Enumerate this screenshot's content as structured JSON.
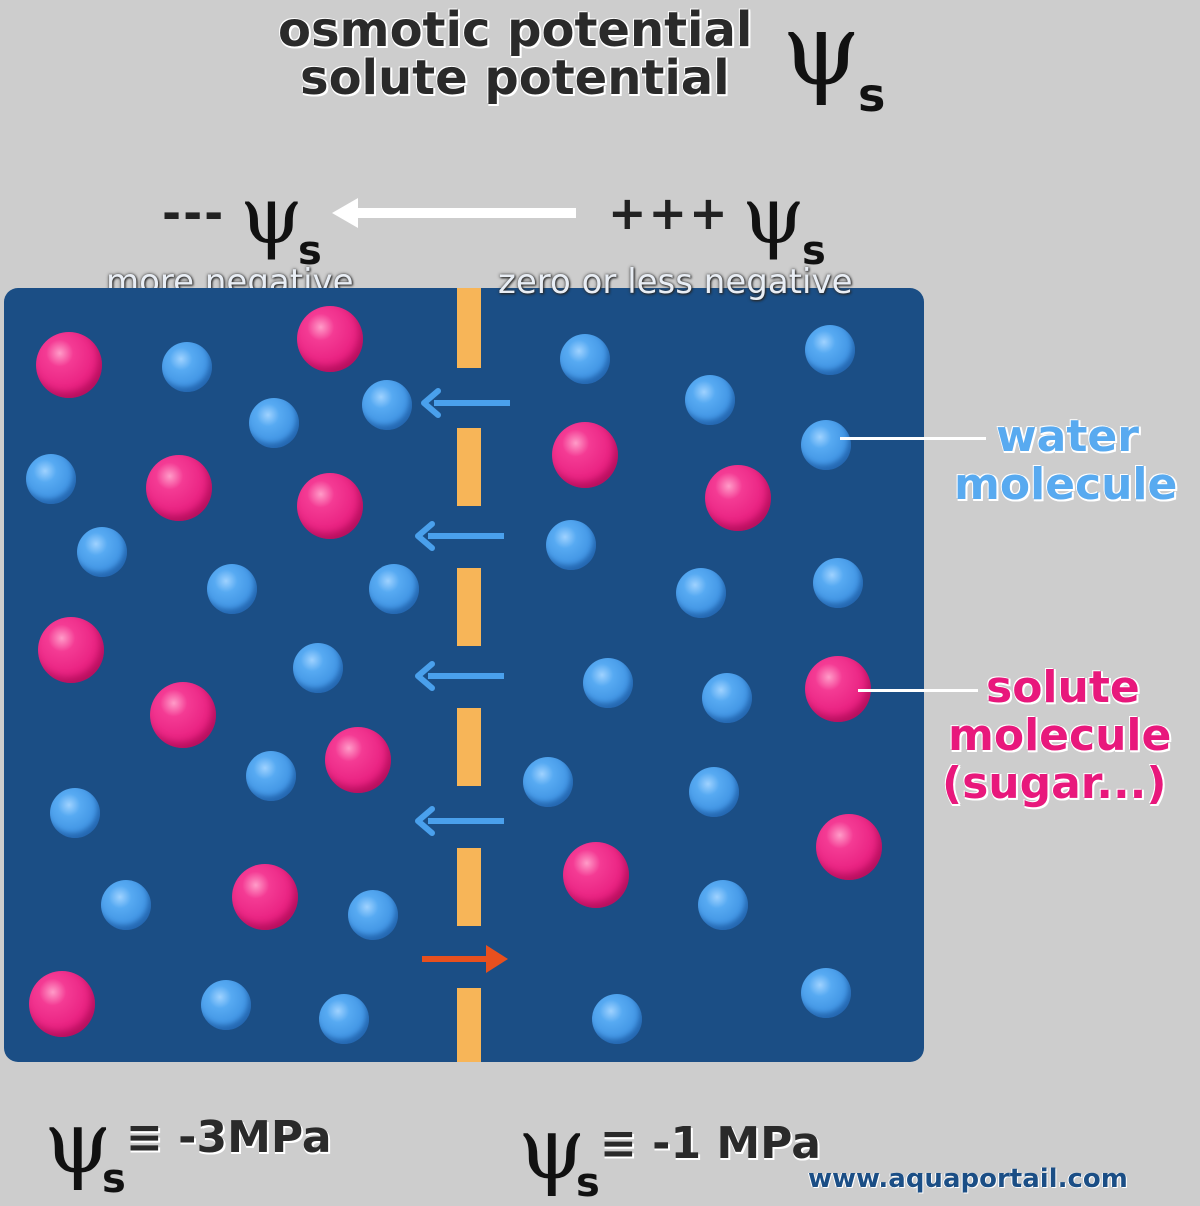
{
  "title": {
    "line1": "osmotic potential",
    "line2": "solute potential",
    "symbol": "ψ",
    "subscript": "s"
  },
  "gradient": {
    "left_signs": "---",
    "right_signs": "+++",
    "symbol": "ψ",
    "subscript": "s",
    "left_caption": "more negative",
    "right_caption": "zero or less negative"
  },
  "legend": {
    "water_line1": "water",
    "water_line2": "molecule",
    "solute_line1": "solute",
    "solute_line2": "molecule",
    "solute_line3": "(sugar...)"
  },
  "equations": {
    "symbol": "ψ",
    "subscript": "s",
    "left_value": "≡ -3MPa",
    "right_value": "≡ -1 MPa"
  },
  "website": "www.aquaportail.com",
  "colors": {
    "panel": "#1b4e85",
    "membrane": "#f7b558",
    "water": "#4aa0ec",
    "solute": "#e8187c",
    "water_arrow": "#4aa0ec",
    "solute_arrow": "#e8501e",
    "background": "#cdcdcd"
  }
}
